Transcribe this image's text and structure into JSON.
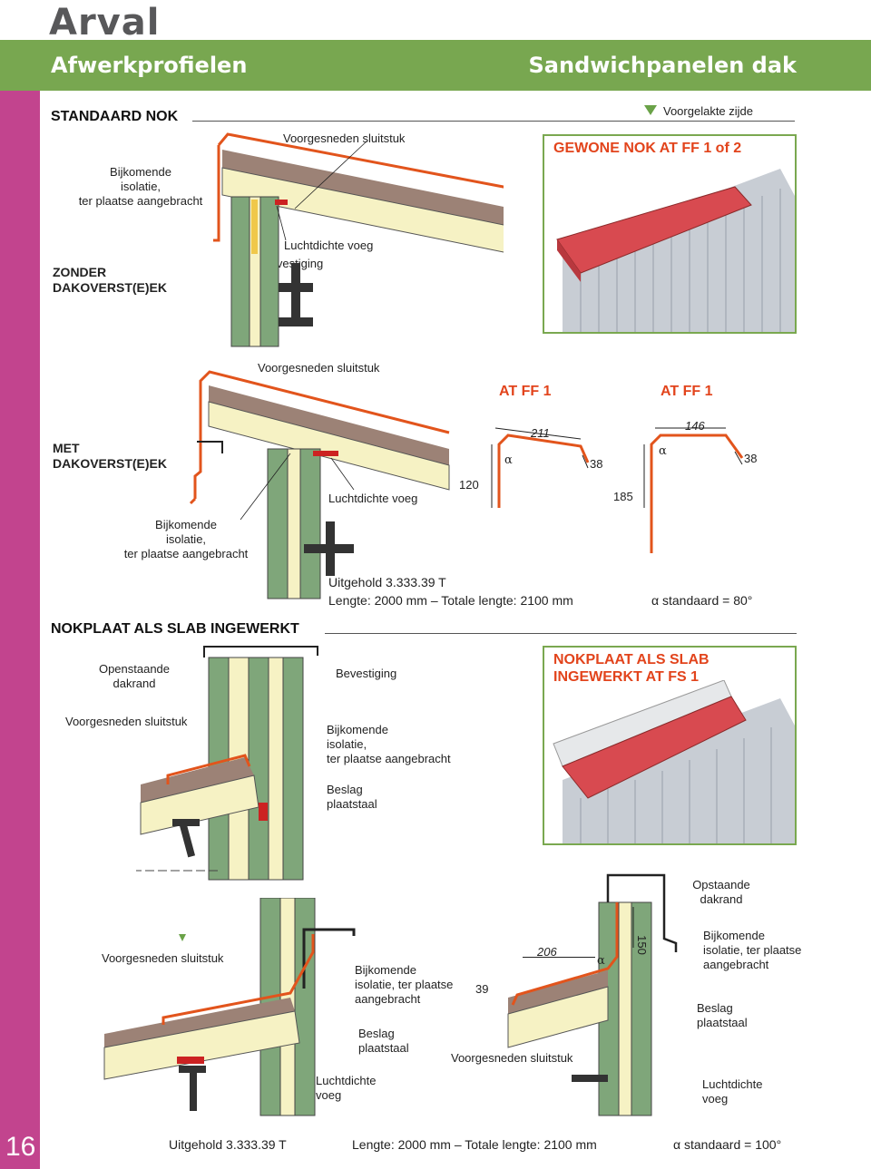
{
  "colors": {
    "green": "#78a750",
    "magenta": "#c2448e",
    "orange": "#e2541c",
    "red_roof": "#d84a50",
    "insulation": "#f6f2c4",
    "panel_green": "#7fa67a",
    "roof_brown": "#9c8276"
  },
  "header": {
    "brand": "Arval",
    "left": "Afwerkprofielen",
    "right": "Sandwichpanelen dak",
    "page_number": "16"
  },
  "standaard_nok": {
    "title": "STANDAARD NOK",
    "legend": "Voorgelakte zijde",
    "green_box_title": "GEWONE NOK AT FF 1 of 2",
    "labels": {
      "voorgesneden": "Voorgesneden sluitstuk",
      "bijkomende": [
        "Bijkomende",
        "isolatie,",
        "ter plaatse aangebracht"
      ],
      "luchtdichte": "Luchtdichte voeg",
      "bevestiging": "Bevestiging",
      "zonder": [
        "ZONDER",
        "DAKOVERST(E)EK"
      ]
    }
  },
  "met_dakoverstek": {
    "labels": {
      "voorgesneden": "Voorgesneden sluitstuk",
      "met": [
        "MET",
        "DAKOVERST(E)EK"
      ],
      "luchtdichte": "Luchtdichte voeg",
      "bijkomende": [
        "Bijkomende",
        "isolatie,",
        "ter plaatse aangebracht"
      ]
    },
    "profile1": {
      "title": "AT FF 1",
      "dim_top": "211",
      "dim_side": "120",
      "dim_end": "38",
      "alpha": "α"
    },
    "profile2": {
      "title": "AT FF 1",
      "dim_top": "146",
      "dim_side": "185",
      "dim_end": "38",
      "alpha": "α"
    },
    "spec_line1": "Uitgehold 3.333.39 T",
    "spec_line2": "Lengte: 2000 mm – Totale lengte: 2100 mm",
    "alpha_std": "α standaard = 80°"
  },
  "nokplaat": {
    "title": "NOKPLAAT ALS SLAB INGEWERKT",
    "green_box_title": [
      "NOKPLAAT ALS SLAB",
      "INGEWERKT AT FS 1"
    ],
    "labels": {
      "openstaande": [
        "Openstaande",
        "dakrand"
      ],
      "bevestiging": "Bevestiging",
      "voorgesneden": "Voorgesneden sluitstuk",
      "bijkomende": [
        "Bijkomende",
        "isolatie,",
        "ter plaatse aangebracht"
      ],
      "beslag": [
        "Beslag",
        "plaatstaal"
      ],
      "opstaande": [
        "Opstaande",
        "dakrand"
      ],
      "voorgesneden2": "Voorgesneden sluitstuk",
      "bijkomende2": [
        "Bijkomende",
        "isolatie, ter plaatse",
        "aangebracht"
      ],
      "beslag2": [
        "Beslag",
        "plaatstaal"
      ],
      "luchtdichte": [
        "Luchtdichte",
        "voeg"
      ],
      "voorgesneden3": "Voorgesneden sluitstuk",
      "bijkomende3": [
        "Bijkomende",
        "isolatie, ter plaatse",
        "aangebracht"
      ],
      "beslag3": [
        "Beslag",
        "plaatstaal"
      ],
      "luchtdichte3": [
        "Luchtdichte",
        "voeg"
      ]
    },
    "profile": {
      "dim_top": "206",
      "dim_side": "39",
      "dim_end": "150",
      "alpha": "α"
    },
    "spec_line1": "Uitgehold 3.333.39 T",
    "spec_line2": "Lengte: 2000 mm – Totale lengte: 2100 mm",
    "alpha_std": "α standaard = 100°"
  }
}
